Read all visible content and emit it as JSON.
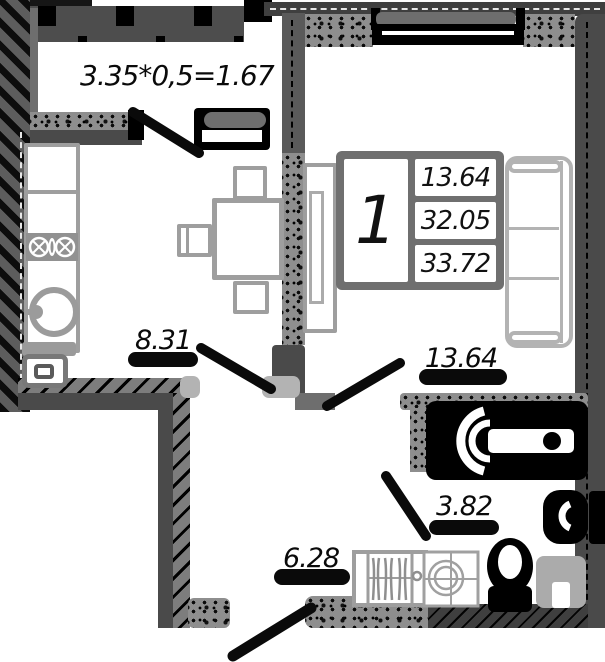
{
  "balcony": {
    "formula": "3.35*0,5=1.67"
  },
  "stamp": {
    "room_number": "1",
    "values": [
      "13.64",
      "32.05",
      "33.72"
    ]
  },
  "area_labels": {
    "kitchen": "8.31",
    "living_room": "13.64",
    "bathroom": "3.82",
    "hallway": "6.28"
  },
  "colors": {
    "wall_dark": "#3f3f3f",
    "wall_medium": "#5a5a5a",
    "stamp_frame": "#6f6f6f",
    "speckle_wall": "#8e8e8e",
    "furniture_outline": "#9e9e9e",
    "sofa_outline": "#b3b3b3",
    "fixtures": "#000000",
    "paper": "#ffffff"
  }
}
